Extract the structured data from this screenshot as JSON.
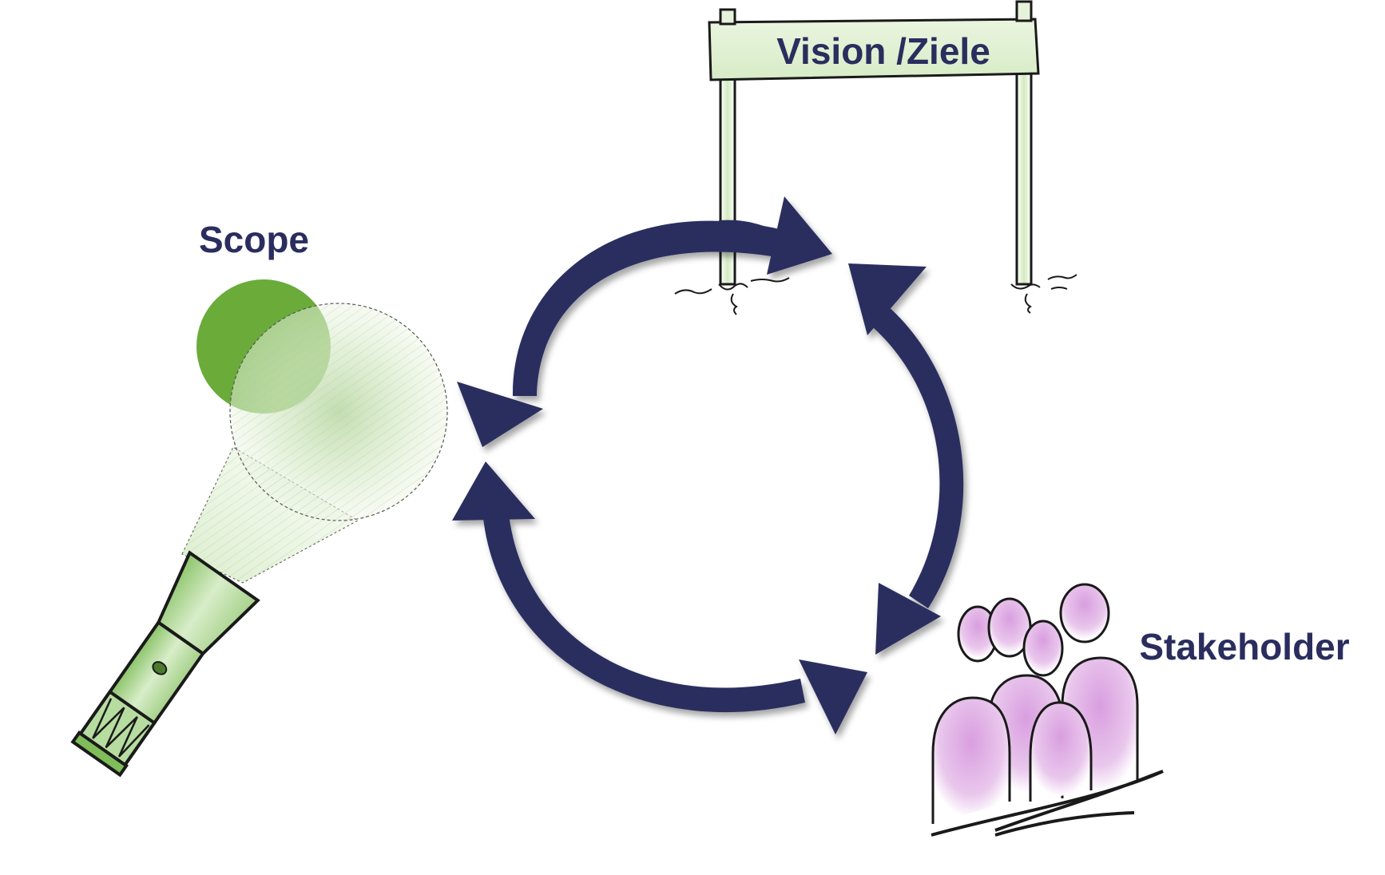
{
  "labels": {
    "scope": "Scope",
    "vision": "Vision /Ziele",
    "stakeholder": "Stakeholder"
  },
  "colors": {
    "arrow": "#2b2f5f",
    "label_text": "#2a2d5e",
    "scope_green": "#6aab3a",
    "light_green": "#cfe6bc",
    "post_green": "#dcefd0",
    "people_pink": "#c98ad2",
    "outline": "#1a1a1a",
    "background": "#ffffff"
  },
  "icons": {
    "flashlight": "flashlight-icon",
    "signpost": "signpost-icon",
    "people": "stakeholder-group-icon",
    "cycle": "cycle-arrows-icon"
  }
}
